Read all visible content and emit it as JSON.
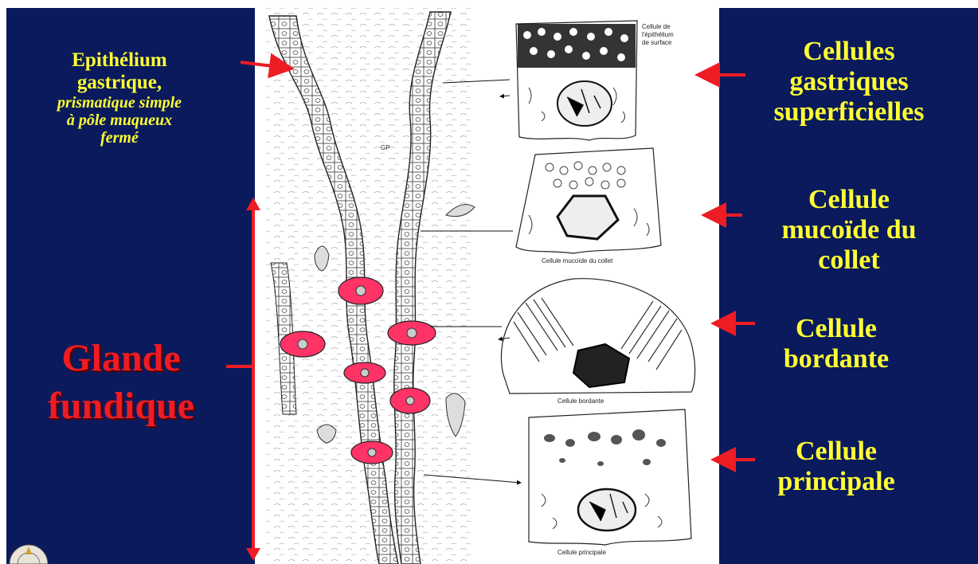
{
  "labels": {
    "epithelium_line1": "Epithélium",
    "epithelium_line2": "gastrique,",
    "epithelium_line3": "prismatique simple",
    "epithelium_line4": "à pôle muqueux",
    "epithelium_line5": "fermé",
    "glande_line1": "Glande",
    "glande_line2": "fundique",
    "cellules_sup_line1": "Cellules",
    "cellules_sup_line2": "gastriques",
    "cellules_sup_line3": "superficielles",
    "mucoide_line1": "Cellule",
    "mucoide_line2": "mucoïde du",
    "mucoide_line3": "collet",
    "bordante_line1": "Cellule",
    "bordante_line2": "bordante",
    "principale_line1": "Cellule",
    "principale_line2": "principale"
  },
  "drawing_captions": {
    "surface_1": "Cellule de",
    "surface_2": "l'épithélium",
    "surface_3": "de surface",
    "gp": "GP",
    "mucoide": "Cellule mucoïde du collet",
    "bordante": "Cellule bordante",
    "principale": "Cellule principale"
  },
  "colors": {
    "panel_blue": "#0a1a5c",
    "label_yellow": "#ffff33",
    "arrow_red": "#ee1c24",
    "parietal_pink": "#ff3366"
  }
}
